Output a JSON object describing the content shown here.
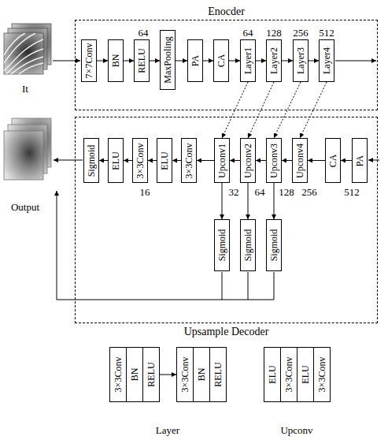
{
  "diagram": {
    "nodes": [
      {
        "text": [
          "Enocder"
        ]
      },
      {
        "text": [
          "7×7Conv"
        ],
        "in": 0
      },
      {
        "text": [
          "BN"
        ],
        "in": 0
      },
      {
        "text": [
          "RELU"
        ],
        "in": 0
      },
      {
        "text": [
          "MaxPooling"
        ],
        "in": 0
      },
      {
        "text": [
          "PA"
        ],
        "in": 0
      },
      {
        "text": [
          "CA"
        ],
        "in": 0
      },
      {
        "text": [
          "Layer1"
        ],
        "in": 0
      },
      {
        "text": [
          "Layer2"
        ],
        "in": 0
      },
      {
        "text": [
          "Layer3"
        ],
        "in": 0
      },
      {
        "text": [
          "Layer4"
        ],
        "in": 0
      },
      {
        "text": [
          "Upsample Decoder"
        ]
      },
      {
        "text": [
          "Sigmoid"
        ],
        "in": 11
      },
      {
        "text": [
          "ELU"
        ],
        "in": 11
      },
      {
        "text": [
          "3×3Conv"
        ],
        "in": 11
      },
      {
        "text": [
          "ELU"
        ],
        "in": 11
      },
      {
        "text": [
          "3×3Conv"
        ],
        "in": 11
      },
      {
        "text": [
          "Upconv1"
        ],
        "in": 11
      },
      {
        "text": [
          "Upconv2"
        ],
        "in": 11
      },
      {
        "text": [
          "Upconv3"
        ],
        "in": 11
      },
      {
        "text": [
          "Upconv4"
        ],
        "in": 11
      },
      {
        "text": [
          "CA"
        ],
        "in": 11
      },
      {
        "text": [
          "PA"
        ],
        "in": 11
      },
      {
        "text": [
          "Sigmoid"
        ],
        "in": 11
      },
      {
        "text": [
          "Sigmoid"
        ],
        "in": 11
      },
      {
        "text": [
          "Sigmoid"
        ],
        "in": 11
      },
      {
        "text": [
          "3×3Conv"
        ]
      },
      {
        "text": [
          "BN"
        ]
      },
      {
        "text": [
          "RELU"
        ]
      },
      {
        "text": [
          "3×3Conv"
        ]
      },
      {
        "text": [
          "BN"
        ]
      },
      {
        "text": [
          "RELU"
        ]
      },
      {
        "text": [
          "ELU"
        ]
      },
      {
        "text": [
          "3×3Conv"
        ]
      },
      {
        "text": [
          "ELU"
        ]
      },
      {
        "text": [
          "3×3Conv"
        ]
      }
    ],
    "edges": [
      {
        "from": 1,
        "to": 2,
        "arrow": "to"
      },
      {
        "from": 2,
        "to": 3,
        "arrow": "to"
      },
      {
        "from": 3,
        "to": 4,
        "arrow": "to"
      },
      {
        "from": 4,
        "to": 5,
        "arrow": "to"
      },
      {
        "from": 5,
        "to": 6,
        "arrow": "to"
      },
      {
        "from": 6,
        "to": 7,
        "arrow": "to"
      },
      {
        "from": 7,
        "to": 8,
        "arrow": "to"
      },
      {
        "from": 8,
        "to": 9,
        "arrow": "to"
      },
      {
        "from": 9,
        "to": 10,
        "arrow": "to"
      },
      {
        "from": 22,
        "to": 21,
        "arrow": "to"
      },
      {
        "from": 21,
        "to": 20,
        "arrow": "to"
      },
      {
        "from": 20,
        "to": 19,
        "arrow": "to"
      },
      {
        "from": 19,
        "to": 18,
        "arrow": "to"
      },
      {
        "from": 18,
        "to": 17,
        "arrow": "to"
      },
      {
        "from": 17,
        "to": 16,
        "arrow": "to"
      },
      {
        "from": 16,
        "to": 15,
        "arrow": "to"
      },
      {
        "from": 15,
        "to": 14,
        "arrow": "to"
      },
      {
        "from": 14,
        "to": 13,
        "arrow": "to"
      },
      {
        "from": 13,
        "to": 12,
        "arrow": "to"
      },
      {
        "from": 17,
        "to": 23,
        "arrow": "to"
      },
      {
        "from": 18,
        "to": 24,
        "arrow": "to"
      },
      {
        "from": 19,
        "to": 25,
        "arrow": "to"
      },
      {
        "from": 7,
        "to": 17,
        "arrow": "to"
      },
      {
        "from": 8,
        "to": 18,
        "arrow": "to"
      },
      {
        "from": 9,
        "to": 19,
        "arrow": "to"
      },
      {
        "from": 10,
        "to": 20,
        "arrow": "to"
      },
      {
        "from": 28,
        "to": 29,
        "arrow": "to"
      }
    ],
    "labels": [
      "64",
      "64",
      "128",
      "256",
      "512",
      "It",
      "Output",
      "16",
      "32",
      "64",
      "128",
      "256",
      "512",
      "Layer",
      "Upconv"
    ]
  }
}
